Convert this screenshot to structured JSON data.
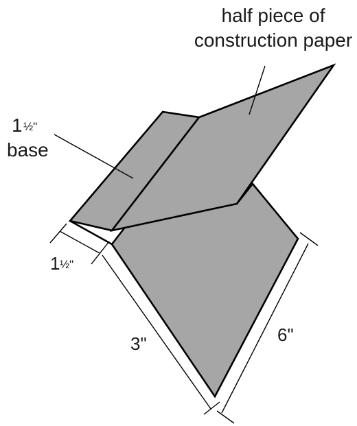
{
  "labels": {
    "top_line1": "half piece of",
    "top_line2": "construction paper",
    "left_line1_whole": "1",
    "left_line1_frac": "½\"",
    "left_line2": "base",
    "dim_left_whole": "1",
    "dim_left_frac": "½\"",
    "dim_bottom": "3\"",
    "dim_right": "6\""
  },
  "colors": {
    "paper_fill": "#a6a6a6",
    "outline": "#000000",
    "text": "#1a1a1a",
    "background": "#ffffff"
  }
}
